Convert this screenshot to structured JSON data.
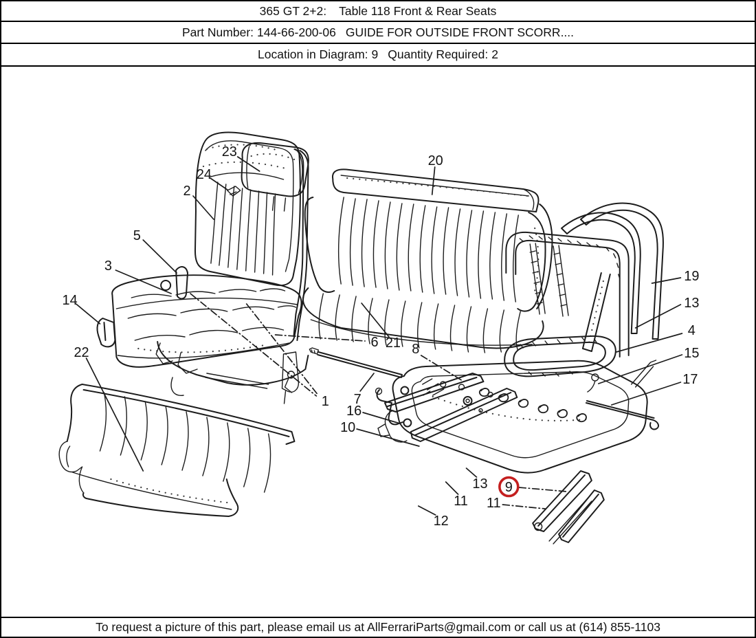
{
  "header": {
    "model": "365 GT 2+2:",
    "table_title": "Table 118 Front & Rear Seats",
    "part_number_label": "Part Number:",
    "part_number": "144-66-200-06",
    "part_description": "GUIDE FOR OUTSIDE FRONT SCORR....",
    "location_label": "Location in Diagram:",
    "location_value": "9",
    "quantity_label": "Quantity Required:",
    "quantity_value": "2"
  },
  "diagram": {
    "type": "exploded-parts-line-drawing",
    "subject": "front and rear seats with frames, pan and slide rails",
    "line_color": "#1c1c1c",
    "highlighted_callout": "9",
    "highlight_color": "#c41f1f",
    "callouts": [
      {
        "n": "23"
      },
      {
        "n": "24"
      },
      {
        "n": "2"
      },
      {
        "n": "5"
      },
      {
        "n": "3"
      },
      {
        "n": "14"
      },
      {
        "n": "22"
      },
      {
        "n": "20"
      },
      {
        "n": "19"
      },
      {
        "n": "13"
      },
      {
        "n": "4"
      },
      {
        "n": "15"
      },
      {
        "n": "17"
      },
      {
        "n": "6"
      },
      {
        "n": "21"
      },
      {
        "n": "8"
      },
      {
        "n": "7"
      },
      {
        "n": "1"
      },
      {
        "n": "16"
      },
      {
        "n": "10"
      },
      {
        "n": "13"
      },
      {
        "n": "9"
      },
      {
        "n": "11"
      },
      {
        "n": "11"
      },
      {
        "n": "12"
      }
    ]
  },
  "footer": {
    "text": "To request a picture of this part, please email us at AllFerrariParts@gmail.com or call us at (614) 855-1103"
  }
}
